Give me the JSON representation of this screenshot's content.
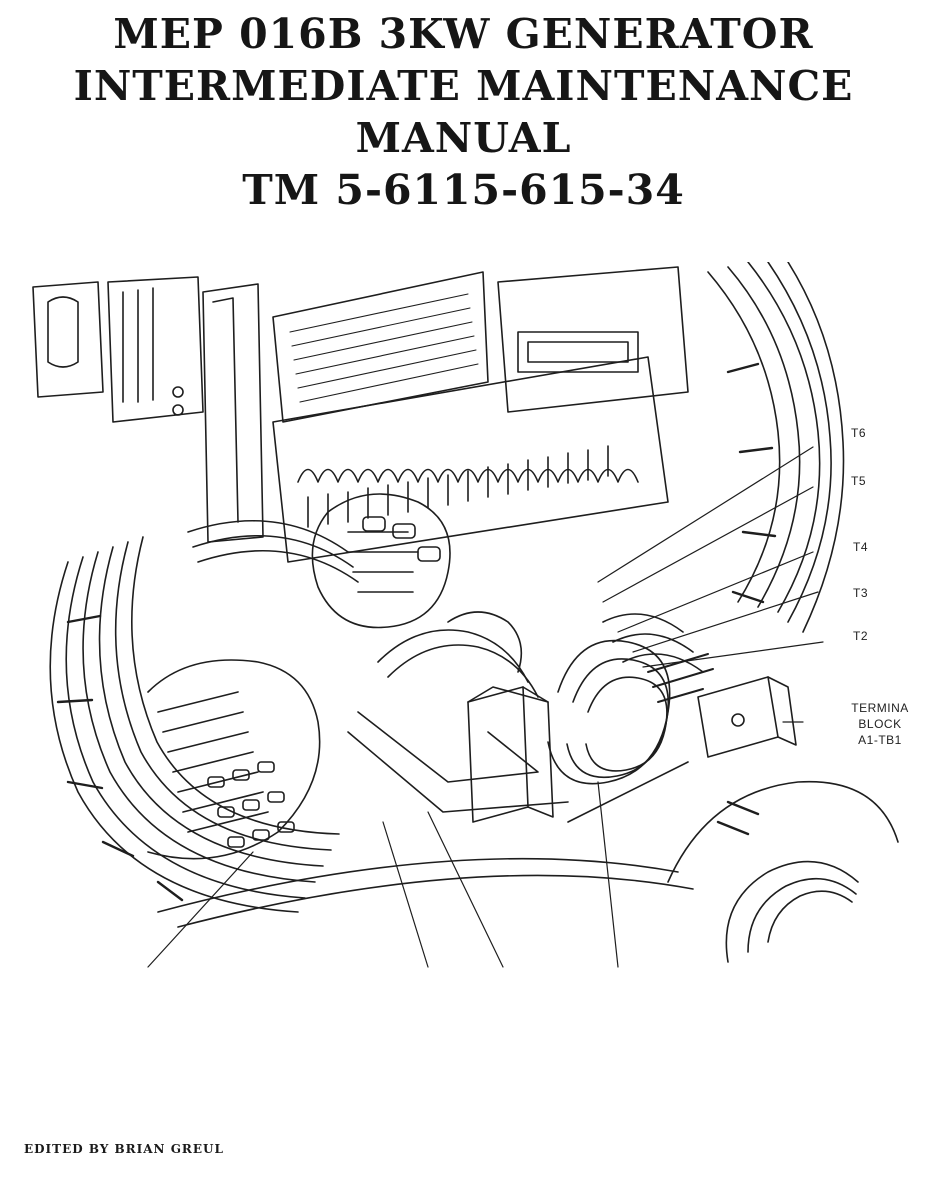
{
  "cover": {
    "title_lines": [
      "MEP 016B 3KW GENERATOR",
      "INTERMEDIATE MAINTENANCE",
      "MANUAL",
      "TM 5-6115-615-34"
    ],
    "editor": "EDITED BY BRIAN GREUL"
  },
  "illustration": {
    "callouts": [
      "T6",
      "T5",
      "T4",
      "T3",
      "T2"
    ],
    "terminal_block": [
      "TERMINA",
      "BLOCK",
      "A1-TB1"
    ]
  }
}
